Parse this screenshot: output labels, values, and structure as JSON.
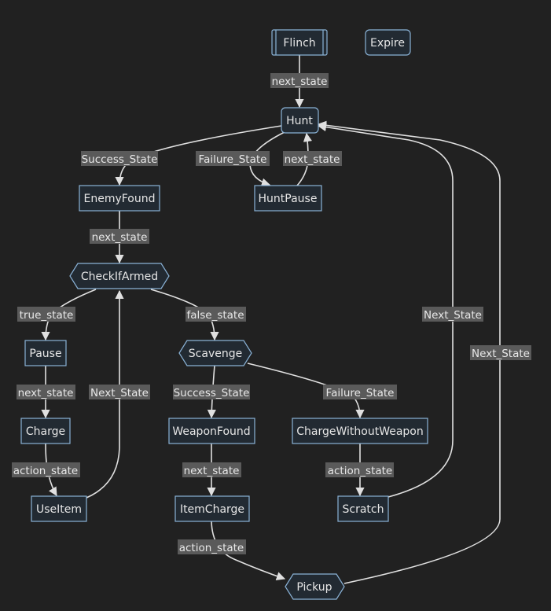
{
  "diagram": {
    "nodes": {
      "flinch": "Flinch",
      "expire": "Expire",
      "hunt": "Hunt",
      "enemy_found": "EnemyFound",
      "hunt_pause": "HuntPause",
      "check_if_armed": "CheckIfArmed",
      "pause": "Pause",
      "scavenge": "Scavenge",
      "charge": "Charge",
      "weapon_found": "WeaponFound",
      "charge_without_weapon": "ChargeWithoutWeapon",
      "use_item": "UseItem",
      "item_charge": "ItemCharge",
      "scratch": "Scratch",
      "pickup": "Pickup"
    },
    "edges": {
      "flinch_hunt": "next_state",
      "hunt_enemyfound": "Success_State",
      "hunt_huntpause": "Failure_State",
      "huntpause_hunt": "next_state",
      "enemyfound_check": "next_state",
      "check_pause": "true_state",
      "check_scavenge": "false_state",
      "pause_charge": "next_state",
      "charge_useitem": "action_state",
      "useitem_check": "Next_State",
      "scavenge_weaponfound": "Success_State",
      "scavenge_chargewithout": "Failure_State",
      "weaponfound_itemcharge": "next_state",
      "chargewithout_scratch": "action_state",
      "itemcharge_pickup": "action_state",
      "scratch_hunt": "Next_State",
      "pickup_hunt": "Next_State"
    }
  }
}
